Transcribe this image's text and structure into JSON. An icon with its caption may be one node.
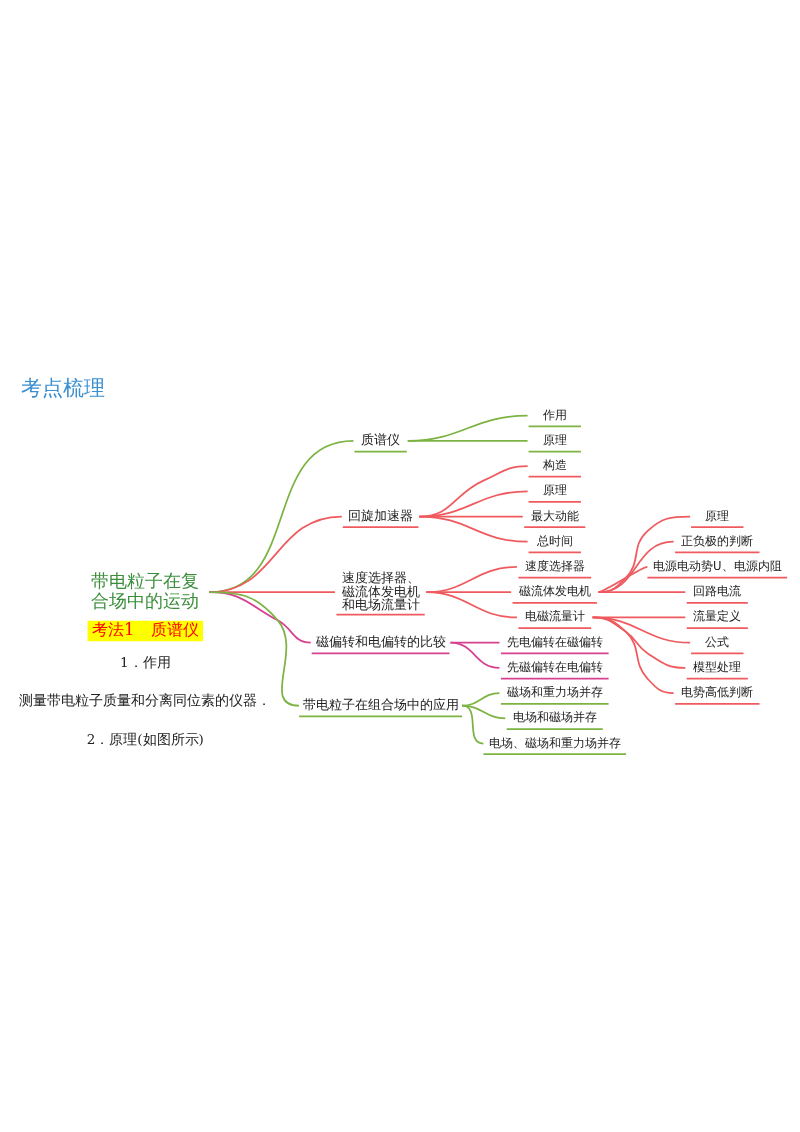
{
  "diagram": {
    "title": "考点梳理",
    "nodes": [
      {
        "text": [
          "带电粒子在复合场中的运动"
        ]
      },
      {
        "text": [
          "质谱仪"
        ]
      },
      {
        "text": [
          "作用"
        ]
      },
      {
        "text": [
          "原理"
        ]
      },
      {
        "text": [
          "回旋加速器"
        ]
      },
      {
        "text": [
          "构造"
        ]
      },
      {
        "text": [
          "原理"
        ]
      },
      {
        "text": [
          "最大动能"
        ]
      },
      {
        "text": [
          "总时间"
        ]
      },
      {
        "text": [
          "速度选择器、磁流体发电机和电场流量计"
        ]
      },
      {
        "text": [
          "速度选择器"
        ]
      },
      {
        "text": [
          "磁流体发电机"
        ]
      },
      {
        "text": [
          "原理"
        ]
      },
      {
        "text": [
          "正负极的判断"
        ]
      },
      {
        "text": [
          "电源电动势U、电源内阻"
        ]
      },
      {
        "text": [
          "回路电流"
        ]
      },
      {
        "text": [
          "电磁流量计"
        ]
      },
      {
        "text": [
          "流量定义"
        ]
      },
      {
        "text": [
          "公式"
        ]
      },
      {
        "text": [
          "模型处理"
        ]
      },
      {
        "text": [
          "电势高低判断"
        ]
      },
      {
        "text": [
          "磁偏转和电偏转的比较"
        ]
      },
      {
        "text": [
          "先电偏转在磁偏转"
        ]
      },
      {
        "text": [
          "先磁偏转在电偏转"
        ]
      },
      {
        "text": [
          "带电粒子在组合场中的应用"
        ]
      },
      {
        "text": [
          "磁场和重力场并存"
        ]
      },
      {
        "text": [
          "电场和磁场并存"
        ]
      },
      {
        "text": [
          "电场、磁场和重力场并存"
        ]
      }
    ],
    "edges": [
      {
        "from": 0,
        "to": 1,
        "arrow": "none",
        "color": "#7cb342"
      },
      {
        "from": 1,
        "to": 2,
        "arrow": "none",
        "color": "#7cb342"
      },
      {
        "from": 1,
        "to": 3,
        "arrow": "none",
        "color": "#7cb342"
      },
      {
        "from": 0,
        "to": 4,
        "arrow": "none"
      },
      {
        "from": 4,
        "to": 5,
        "arrow": "none"
      },
      {
        "from": 4,
        "to": 6,
        "arrow": "none"
      },
      {
        "from": 4,
        "to": 7,
        "arrow": "none"
      },
      {
        "from": 4,
        "to": 8,
        "arrow": "none"
      },
      {
        "from": 0,
        "to": 9,
        "arrow": "none"
      },
      {
        "from": 9,
        "to": 10,
        "arrow": "none"
      },
      {
        "from": 9,
        "to": 11,
        "arrow": "none"
      },
      {
        "from": 11,
        "to": 12,
        "arrow": "none"
      },
      {
        "from": 11,
        "to": 13,
        "arrow": "none"
      },
      {
        "from": 11,
        "to": 14,
        "arrow": "none"
      },
      {
        "from": 11,
        "to": 15,
        "arrow": "none"
      },
      {
        "from": 9,
        "to": 16,
        "arrow": "none"
      },
      {
        "from": 16,
        "to": 17,
        "arrow": "none"
      },
      {
        "from": 16,
        "to": 18,
        "arrow": "none"
      },
      {
        "from": 16,
        "to": 19,
        "arrow": "none"
      },
      {
        "from": 16,
        "to": 20,
        "arrow": "none"
      },
      {
        "from": 0,
        "to": 21,
        "arrow": "none",
        "color": "#d6408f"
      },
      {
        "from": 21,
        "to": 22,
        "arrow": "none",
        "color": "#d6408f"
      },
      {
        "from": 21,
        "to": 23,
        "arrow": "none",
        "color": "#d6408f"
      },
      {
        "from": 0,
        "to": 24,
        "arrow": "none",
        "color": "#7cb342"
      },
      {
        "from": 24,
        "to": 25,
        "arrow": "none",
        "color": "#7cb342"
      },
      {
        "from": 24,
        "to": 26,
        "arrow": "none",
        "color": "#7cb342"
      },
      {
        "from": 24,
        "to": 27,
        "arrow": "none",
        "color": "#7cb342"
      }
    ],
    "labels": [
      "考法1　质谱仪",
      "1．作用",
      "测量带电粒子质量和分离同位素的仪器．",
      "2．原理(如图所示)"
    ]
  }
}
